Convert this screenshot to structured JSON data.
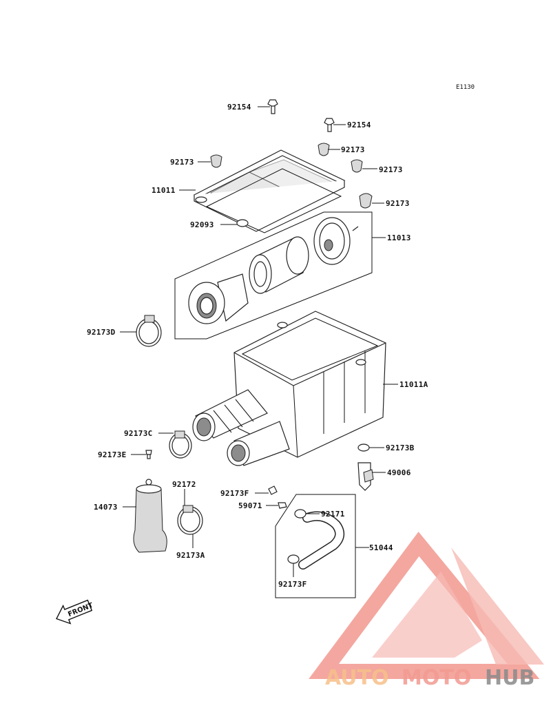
{
  "diagram_code": "E1130",
  "front_label": "FRONT",
  "labels": {
    "l92154a": "92154",
    "l92154b": "92154",
    "l92173a": "92173",
    "l92173b": "92173",
    "l92173c": "92173",
    "l92173d": "92173",
    "l11011": "11011",
    "l92093": "92093",
    "l11013": "11013",
    "l92173D": "92173D",
    "l11011A": "11011A",
    "l92173C": "92173C",
    "l92173B": "92173B",
    "l92173E": "92173E",
    "l49006": "49006",
    "l92172": "92172",
    "l92173F1": "92173F",
    "l59071": "59071",
    "l92171": "92171",
    "l14073": "14073",
    "l51044": "51044",
    "l92173A": "92173A",
    "l92173F2": "92173F"
  },
  "watermark": {
    "part1": "AUTO",
    "part2": "MOTO",
    "part3": "HUB",
    "triangle_color": "#f08a80",
    "text_color_1": "#f7c08a",
    "text_color_2": "#f29b92",
    "text_color_3": "#8a8a8a"
  }
}
